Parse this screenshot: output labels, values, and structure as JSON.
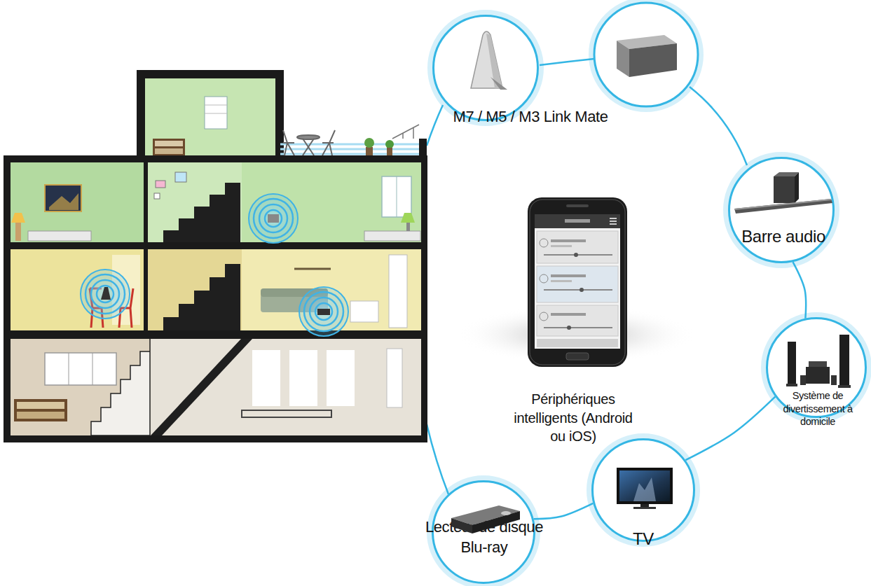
{
  "diagram": {
    "nodes": [
      {
        "text": [
          "M7 / M5 / M3 Link Mate"
        ]
      },
      {
        "text": [
          "Barre audio"
        ]
      },
      {
        "text": [
          "Système de divertissement à domicile"
        ]
      },
      {
        "text": [
          "TV"
        ]
      },
      {
        "text": [
          "Lecteur de disque Blu-ray"
        ]
      }
    ],
    "edges": [
      {
        "from": 1,
        "to": 2,
        "arrow": "none"
      },
      {
        "from": 2,
        "to": 3,
        "arrow": "none"
      },
      {
        "from": 3,
        "to": 4,
        "arrow": "none"
      }
    ],
    "labels": [
      "Périphériques intelligents (Android ou iOS)"
    ]
  }
}
